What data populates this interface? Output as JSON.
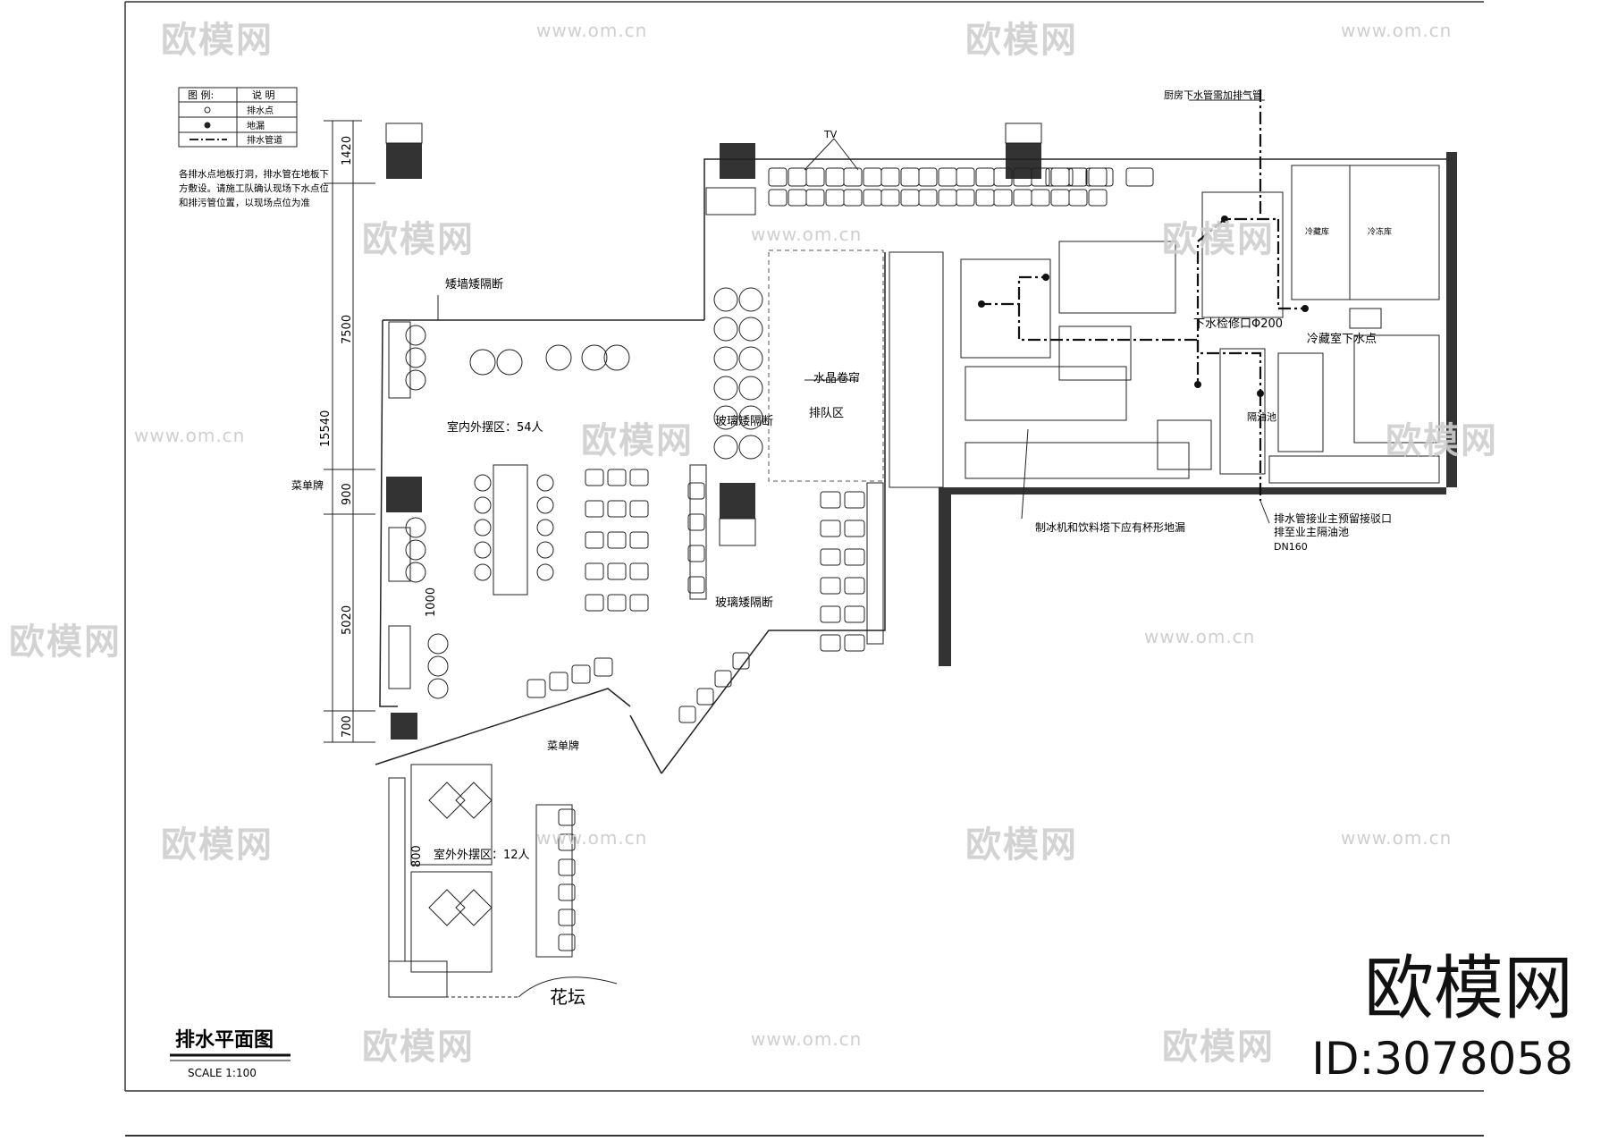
{
  "legend": {
    "header_symbol": "图 例:",
    "header_desc": "说 明",
    "rows": [
      {
        "icon": "drain-point-icon",
        "label": "排水点"
      },
      {
        "icon": "floor-drain-icon",
        "label": "地漏"
      },
      {
        "icon": "drain-pipe-icon",
        "label": "排水管道"
      }
    ],
    "note_lines": [
      "各排水点地板打洞，排水管在地板下",
      "方敷设。请施工队确认现场下水点位",
      "和排污管位置，以现场点位为准"
    ]
  },
  "dimensions": {
    "total": "15540",
    "d1420": "1420",
    "d7500": "7500",
    "d900": "900",
    "d5020": "5020",
    "d1000": "1000",
    "d700": "700",
    "d800": "800"
  },
  "labels": {
    "tv": "TV",
    "low_wall": "矮墙矮隔断",
    "glass_partition_1": "玻璃矮隔断",
    "glass_partition_2": "玻璃矮隔断",
    "indoor_area": "室内外摆区：54人",
    "menu_board_1": "菜单牌",
    "menu_board_2": "菜单牌",
    "crystal_curtain": "水晶卷帘",
    "queue_area": "排队区",
    "outdoor_area": "室外外摆区：12人",
    "flower_bed": "花坛",
    "kitchen_vent": "厨房下水管需加排气管",
    "inspection": "下水检修口Φ200",
    "cold_room_drain": "冷藏室下水点",
    "grease_trap": "隔油池",
    "ice_machine_note": "制冰机和饮料塔下应有杯形地漏",
    "drain_pipe_note_1": "排水管接业主预留接驳口",
    "drain_pipe_note_2": "排至业主隔油池",
    "dn": "DN160",
    "cold_room_1": "冷藏库",
    "cold_room_2": "冷冻库"
  },
  "drawing": {
    "title": "排水平面图",
    "scale": "SCALE 1:100"
  },
  "watermark": {
    "logo_text": "欧模网",
    "url": "www.om.cn"
  },
  "brand": {
    "name": "欧模网",
    "id": "ID:3078058"
  }
}
